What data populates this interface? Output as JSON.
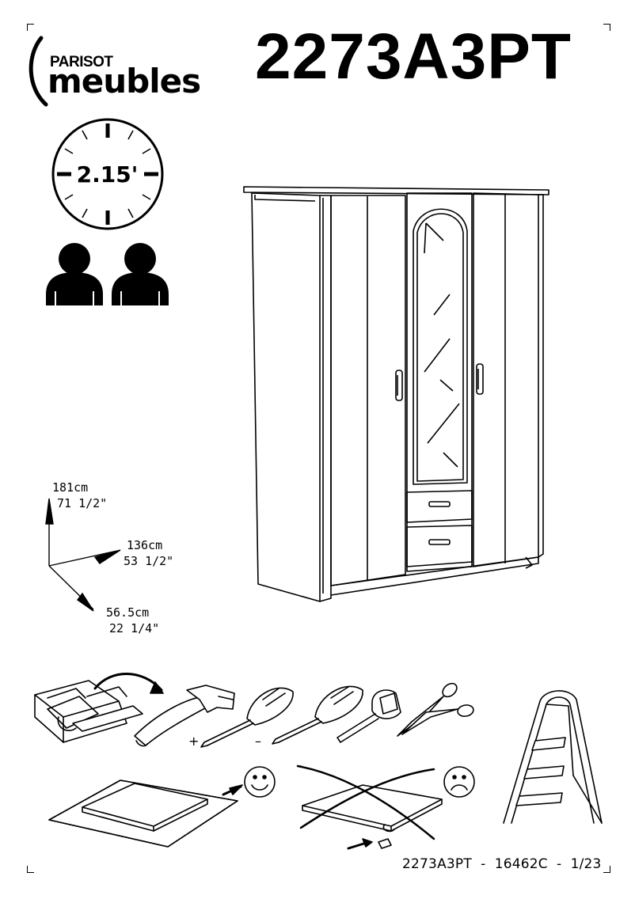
{
  "brand": {
    "line1": "PARISOT",
    "line2": "meubles"
  },
  "model_ref": "2273A3PT",
  "assembly": {
    "time": "2.15'",
    "people": 2
  },
  "dimensions": {
    "height_cm": "181cm",
    "height_in": "71 1/2\"",
    "width_cm": "136cm",
    "width_in": "53 1/2\"",
    "depth_cm": "56.5cm",
    "depth_in": "22 1/4\""
  },
  "tools": {
    "icons": [
      "toolbox-icon",
      "hammer-icon",
      "phillips-screwdriver-icon",
      "flat-screwdriver-icon",
      "tape-measure-icon",
      "scissors-icon",
      "step-ladder-icon"
    ],
    "plus_sign": "+",
    "minus_sign": "–"
  },
  "advice": {
    "good": "smiley-happy-icon",
    "bad": "smiley-sad-icon"
  },
  "footer": {
    "text": "2273A3PT  -  16462C  -  1/23"
  }
}
